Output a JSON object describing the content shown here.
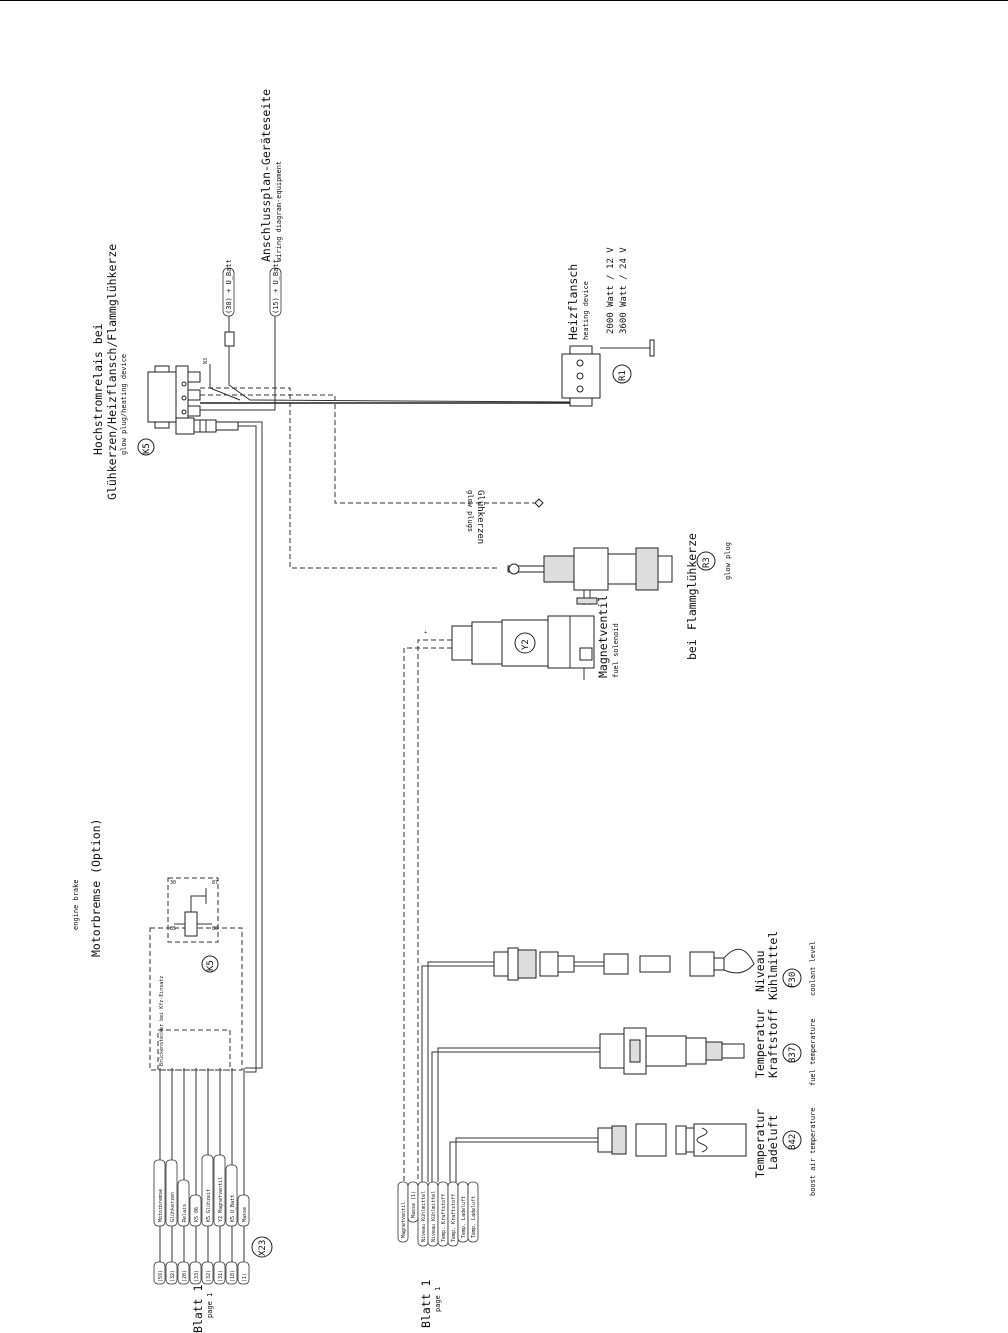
{
  "title_connection": {
    "de": "Anschlussplan-Geräteseite",
    "en": "wiring diagram-equipment"
  },
  "relay_k5": {
    "id": "K5",
    "de_line1": "Hochstromrelais bei",
    "de_line2": "Glühkerzen/Heizflansch/Flammglühkerze",
    "en": "glow plug/heating device",
    "pin_label": "N3"
  },
  "supply_terminals": [
    "(30) + U_Batt",
    "(15) + U_Batt"
  ],
  "heater_r1": {
    "id": "R1",
    "de": "Heizflansch",
    "en": "heating device",
    "spec_1": "2000 Watt / 12 V",
    "spec_2": "3600 Watt / 24 V"
  },
  "glow_plugs": {
    "de": "Glühkerzen",
    "en": "glow plugs"
  },
  "flame_plug_r3": {
    "id": "R3",
    "prefix": "bei",
    "de": "Flammglühkerze",
    "en": "glow plug"
  },
  "solenoid_y2": {
    "id": "Y2",
    "de": "Magnetventil",
    "en": "fuel solenoid"
  },
  "engine_brake": {
    "de": "Motorbremse (Option)",
    "en": "engine brake",
    "relay_id": "K5",
    "pins": [
      "30",
      "87",
      "85",
      "86"
    ],
    "box_note": "Brückenstecker bei Kfz-Einsatz"
  },
  "sensor_f30": {
    "id": "F30",
    "de_1": "Niveau",
    "de_2": "Kühlmittel",
    "en": "coolant level"
  },
  "sensor_b37": {
    "id": "B37",
    "de_1": "Temperatur",
    "de_2": "Kraftstoff",
    "en": "fuel temperature"
  },
  "sensor_b42": {
    "id": "B42",
    "de_1": "Temperatur",
    "de_2": "Ladeluft",
    "en": "boost air temperature"
  },
  "connector_x23": {
    "id": "X23",
    "terminals": [
      "(59)",
      "(32)",
      "(20)",
      "(33)",
      "(32)",
      "(31)",
      "(18)",
      "(1)"
    ],
    "labels": [
      "Motorbremse",
      "Glühkerzen",
      "Relais",
      "K5 86",
      "K5 Glühzeit",
      "Y2 Magnetventil",
      "K5 U_Batt",
      "Masse"
    ]
  },
  "lower_tags": [
    "Magnetventil",
    "Masse (1)",
    "Niveau Kühlmittel",
    "Niveau Kühlmittel",
    "Temp. Kraftstoff",
    "Temp. Kraftstoff",
    "Temp. Ladeluft",
    "Temp. Ladeluft"
  ],
  "page_ref_1": {
    "de": "Blatt 1",
    "en": "page 1"
  },
  "page_ref_2": {
    "de": "Blatt 1",
    "en": "page 1"
  }
}
